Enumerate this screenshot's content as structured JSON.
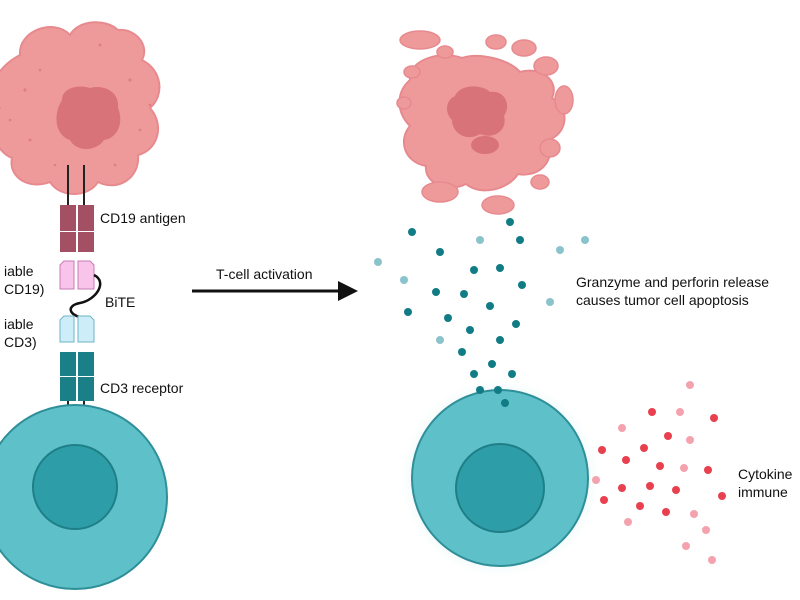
{
  "labels": {
    "cd19_antigen": "CD19 antigen",
    "variable_cd19_line1": "iable",
    "variable_cd19_line2": "CD19)",
    "bite": "BiTE",
    "variable_cd3_line1": "iable",
    "variable_cd3_line2": "CD3)",
    "cd3_receptor": "CD3 receptor",
    "t_cell_activation": "T-cell activation",
    "granzyme_line1": "Granzyme and perforin release",
    "granzyme_line2": "causes tumor cell apoptosis",
    "cytokine_line1": "Cytokine",
    "cytokine_line2": "immune"
  },
  "colors": {
    "tumor_cell": "#ef9a9a",
    "tumor_nucleus": "#d9737a",
    "tumor_outline": "#e78a8f",
    "cd19_antigen": "#a34f64",
    "variable_cd19": "#f9c4ea",
    "variable_cd3": "#cdeef8",
    "cd3_receptor": "#1a7f86",
    "t_cell_outer": "#5ec0c8",
    "t_cell_inner": "#2d9ea7",
    "granzyme_dark": "#117c86",
    "granzyme_light": "#8ac3cc",
    "cytokine_dark": "#e8404f",
    "cytokine_light": "#f4a3ae",
    "arrow": "#111111"
  },
  "icons": {
    "tumor_cell": "tumor-cell-icon",
    "apoptotic_tumor_cell": "apoptotic-tumor-cell-icon",
    "t_cell": "t-cell-icon",
    "arrow": "arrow-right-icon"
  }
}
